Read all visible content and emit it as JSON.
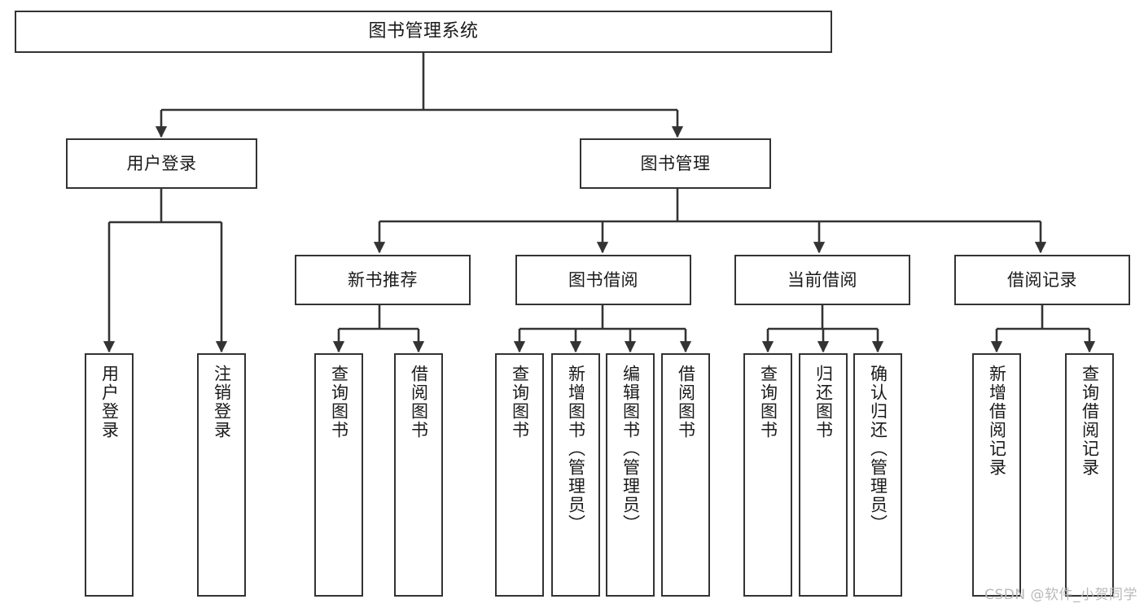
{
  "diagram": {
    "type": "tree",
    "title": "图书管理系统",
    "watermark": "CSDN @软件_小贺同学",
    "colors": {
      "box_border": "#333333",
      "box_fill": "#ffffff",
      "edge": "#333333",
      "text": "#1a1a1a",
      "watermark": "#b9b9b9",
      "background": "#ffffff"
    },
    "nodes": {
      "root": {
        "label": "图书管理系统"
      },
      "level2": [
        {
          "id": "user-login",
          "label": "用户登录"
        },
        {
          "id": "book-manage",
          "label": "图书管理"
        }
      ],
      "level3": [
        {
          "id": "new-book-rec",
          "label": "新书推荐"
        },
        {
          "id": "book-borrow",
          "label": "图书借阅"
        },
        {
          "id": "current-borrow",
          "label": "当前借阅"
        },
        {
          "id": "borrow-record",
          "label": "借阅记录"
        }
      ],
      "leaves": {
        "user-login": [
          {
            "id": "leaf-user-login",
            "label": "用户登录"
          },
          {
            "id": "leaf-user-logout",
            "label": "注销登录"
          }
        ],
        "new-book-rec": [
          {
            "id": "leaf-query-book-1",
            "label": "查询图书"
          },
          {
            "id": "leaf-borrow-book-1",
            "label": "借阅图书"
          }
        ],
        "book-borrow": [
          {
            "id": "leaf-query-book-2",
            "label": "查询图书"
          },
          {
            "id": "leaf-add-book",
            "label": "新增图书（管理员）"
          },
          {
            "id": "leaf-edit-book",
            "label": "编辑图书（管理员）"
          },
          {
            "id": "leaf-borrow-book-2",
            "label": "借阅图书"
          }
        ],
        "current-borrow": [
          {
            "id": "leaf-query-book-3",
            "label": "查询图书"
          },
          {
            "id": "leaf-return-book",
            "label": "归还图书"
          },
          {
            "id": "leaf-confirm-return",
            "label": "确认归还（管理员）"
          }
        ],
        "borrow-record": [
          {
            "id": "leaf-add-record",
            "label": "新增借阅记录"
          },
          {
            "id": "leaf-query-record",
            "label": "查询借阅记录"
          }
        ]
      }
    }
  }
}
